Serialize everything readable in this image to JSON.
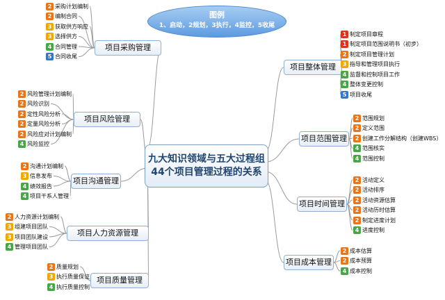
{
  "legend": {
    "title": "图例",
    "text": "1、启动，2规划，3执行，4监控，5收尾"
  },
  "center": {
    "line1": "九大知识领域与五大过程组",
    "line2": "44个项目管理过程的关系"
  },
  "phase_colors": {
    "1": "#d9351c",
    "2": "#e8751a",
    "3": "#f0a800",
    "4": "#48a548",
    "5": "#3776c4"
  },
  "areas": [
    {
      "label": "项目采购管理",
      "procs": [
        {
          "n": "2",
          "t": "采购计划编制"
        },
        {
          "n": "2",
          "t": "编制合同"
        },
        {
          "n": "3",
          "t": "获取供方响应"
        },
        {
          "n": "3",
          "t": "选择供方"
        },
        {
          "n": "4",
          "t": "合同管理"
        },
        {
          "n": "5",
          "t": "合同收尾"
        }
      ]
    },
    {
      "label": "项目风险管理",
      "procs": [
        {
          "n": "2",
          "t": "风险管理计划编制"
        },
        {
          "n": "2",
          "t": "风险识别"
        },
        {
          "n": "2",
          "t": "定性风险分析"
        },
        {
          "n": "2",
          "t": "定量风险分析"
        },
        {
          "n": "2",
          "t": "风险应对计划编制"
        },
        {
          "n": "4",
          "t": "风险监控"
        }
      ]
    },
    {
      "label": "项目沟通管理",
      "procs": [
        {
          "n": "2",
          "t": "沟通计划编制"
        },
        {
          "n": "3",
          "t": "信息发布"
        },
        {
          "n": "4",
          "t": "绩效报告"
        },
        {
          "n": "4",
          "t": "项目干系人管理"
        }
      ]
    },
    {
      "label": "项目人力资源管理",
      "procs": [
        {
          "n": "2",
          "t": "人力资源计划编制"
        },
        {
          "n": "3",
          "t": "组建项目团队"
        },
        {
          "n": "3",
          "t": "项目团队建设"
        },
        {
          "n": "4",
          "t": "管理项目团队"
        }
      ]
    },
    {
      "label": "项目质量管理",
      "procs": [
        {
          "n": "2",
          "t": "质量规划"
        },
        {
          "n": "3",
          "t": "执行质量保证"
        },
        {
          "n": "4",
          "t": "执行质量控制"
        }
      ]
    },
    {
      "label": "项目整体管理",
      "procs": [
        {
          "n": "1",
          "t": "制定项目章程"
        },
        {
          "n": "1",
          "t": "制定项目范围说明书（初步）"
        },
        {
          "n": "2",
          "t": "制定项目管理计划"
        },
        {
          "n": "3",
          "t": "指导和管理项目执行"
        },
        {
          "n": "4",
          "t": "监督和控制项目工作"
        },
        {
          "n": "4",
          "t": "整体变更控制"
        },
        {
          "n": "5",
          "t": "项目收尾"
        }
      ]
    },
    {
      "label": "项目范围管理",
      "procs": [
        {
          "n": "2",
          "t": "范围规划"
        },
        {
          "n": "2",
          "t": "定义范围"
        },
        {
          "n": "2",
          "t": "创建工作分解结构（创建WBS）"
        },
        {
          "n": "4",
          "t": "范围核实"
        },
        {
          "n": "4",
          "t": "范围控制"
        }
      ]
    },
    {
      "label": "项目时间管理",
      "procs": [
        {
          "n": "2",
          "t": "活动定义"
        },
        {
          "n": "2",
          "t": "活动排序"
        },
        {
          "n": "2",
          "t": "活动资源估算"
        },
        {
          "n": "2",
          "t": "活动历时估算"
        },
        {
          "n": "2",
          "t": "制定进度计划"
        },
        {
          "n": "4",
          "t": "进度控制"
        }
      ]
    },
    {
      "label": "项目成本管理",
      "procs": [
        {
          "n": "2",
          "t": "成本估算"
        },
        {
          "n": "2",
          "t": "成本预算"
        },
        {
          "n": "4",
          "t": "成本控制"
        }
      ]
    }
  ]
}
